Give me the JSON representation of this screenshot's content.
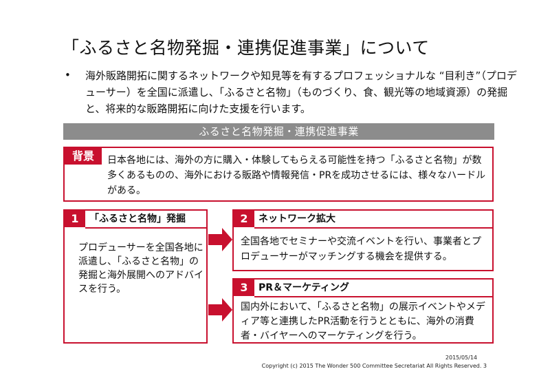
{
  "title": "「ふるさと名物発掘・連携促進事業」について",
  "bullet": {
    "dot": "•",
    "text": "海外販路開拓に関するネットワークや知見等を有するプロフェッショナルな “目利き”（プロデューサー）を全国に派遣し、「ふるさと名物」（ものづくり、食、観光等の地域資源）の発掘と、将来的な販路開拓に向けた支援を行います。"
  },
  "band_title": "ふるさと名物発掘・連携促進事業",
  "background": {
    "label": "背景",
    "text": "日本各地には、海外の方に購入・体験してもらえる可能性を持つ「ふるさと名物」が数多くあるものの、海外における販路や情報発信・PRを成功させるには、様々なハードルがある。"
  },
  "steps": [
    {
      "number": "1",
      "heading": "「ふるさと名物」発掘",
      "text": "プロデューサーを全国各地に派遣し、「ふるさと名物」の発掘と海外展開へのアドバイスを行う。"
    },
    {
      "number": "2",
      "heading": "ネットワーク拡大",
      "text": "全国各地でセミナーや交流イベントを行い、事業者とプロデューサーがマッチングする機会を提供する。"
    },
    {
      "number": "3",
      "heading": "PR＆マーケティング",
      "text": "国内外において、「ふるさと名物」の展示イベントやメディア等と連携したPR活動を行うとともに、海外の消費者・バイヤーへのマーケティングを行う。"
    }
  ],
  "footer": {
    "date": "2015/05/14",
    "copyright": "Copyright (c) 2015 The Wonder 500 Committee Secretariat All Rights Reserved.  3"
  },
  "colors": {
    "accent": "#c8102e",
    "band": "#8c8c8c"
  }
}
